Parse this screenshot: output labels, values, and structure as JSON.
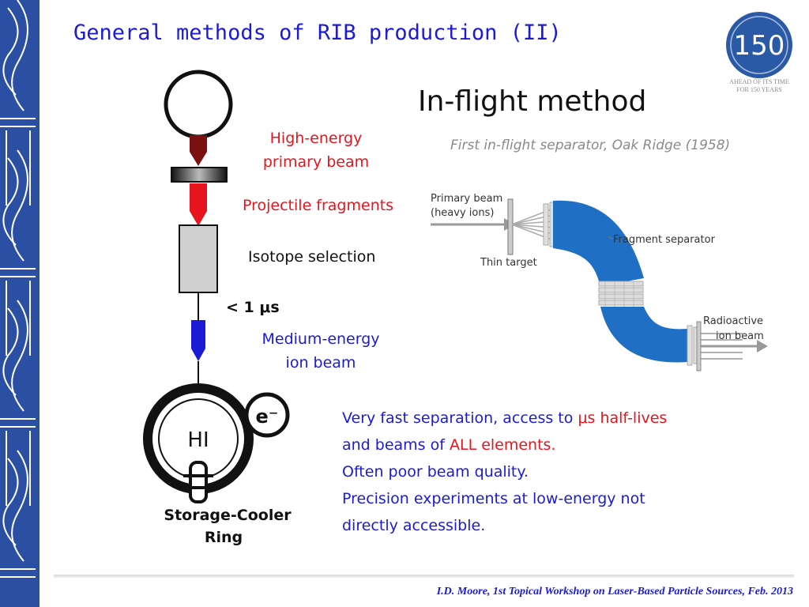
{
  "slide": {
    "title": "General methods of RIB production (II)",
    "logo": {
      "number": "150",
      "caption_line1": "AHEAD OF ITS TIME",
      "caption_line2": "FOR 150 YEARS"
    },
    "heading": "In-flight method",
    "photo_caption": "First in-flight separator, Oak Ridge (1958)"
  },
  "scheme": {
    "labels": {
      "high_energy_line1": "High-energy",
      "high_energy_line2": "primary beam",
      "projectile": "Projectile fragments",
      "isotope": "Isotope selection",
      "time": "< 1 μs",
      "medium_line1": "Medium-energy",
      "medium_line2": "ion beam",
      "hi": "HI",
      "electron": "e⁻",
      "ring_line1": "Storage-Cooler",
      "ring_line2": "Ring"
    },
    "colors": {
      "high_energy": "#e8141d",
      "medium_energy": "#1b1bd6",
      "neutral": "#111111"
    }
  },
  "separator": {
    "labels": {
      "primary_line1": "Primary beam",
      "primary_line2": "(heavy ions)",
      "target": "Thin target",
      "separator": "Fragment separator",
      "output_line1": "Radioactive",
      "output_line2": "ion beam"
    },
    "colors": {
      "magnet": "#1f6fc4"
    }
  },
  "summary": {
    "l1_a": "Very fast separation, access to ",
    "l1_b": "μs half-lives",
    "l2_a": "and beams of ",
    "l2_b": "ALL elements",
    "l2_c": ".",
    "l3": "Often poor beam quality.",
    "l4": "Precision experiments at low-energy not",
    "l5": "directly accessible."
  },
  "footer": "I.D. Moore, 1st Topical Workshop on Laser-Based Particle Sources, Feb. 2013"
}
